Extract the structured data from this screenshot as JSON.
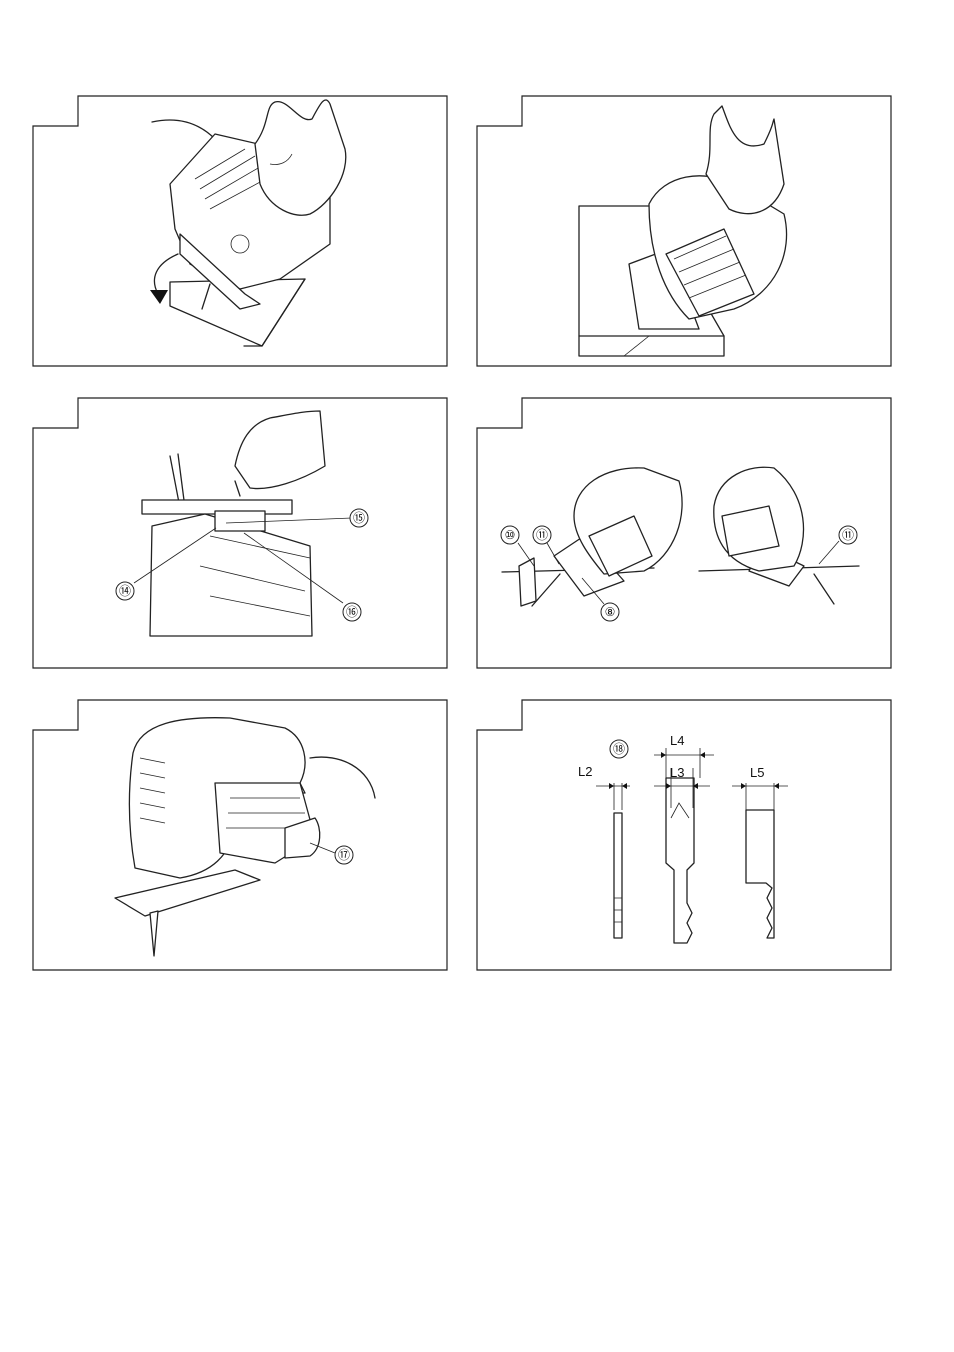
{
  "figures": [
    {
      "id": "fig-1",
      "callouts": []
    },
    {
      "id": "fig-2",
      "callouts": []
    },
    {
      "id": "fig-3",
      "callouts": [
        "⑮",
        "⑭",
        "⑯"
      ]
    },
    {
      "id": "fig-4",
      "callouts": [
        "⑩",
        "⑪",
        "⑧",
        "⑪"
      ]
    },
    {
      "id": "fig-5",
      "callouts": [
        "⑰"
      ]
    },
    {
      "id": "fig-6",
      "callouts": [
        "⑱"
      ],
      "dimensions": [
        "L2",
        "L4",
        "L3",
        "L5"
      ]
    }
  ]
}
